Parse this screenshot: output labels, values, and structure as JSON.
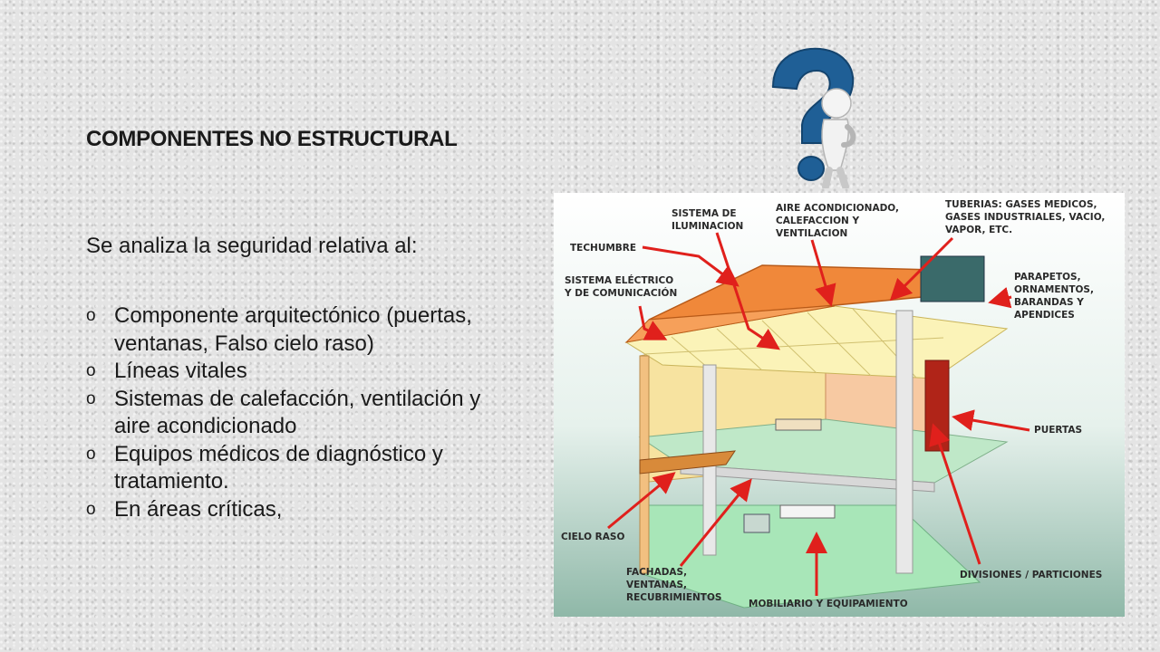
{
  "slide": {
    "title": "COMPONENTES NO ESTRUCTURAL",
    "intro": "Se analiza la seguridad relativa al:",
    "bullet_marker": "o",
    "bullets": [
      "Componente arquitectónico (puertas, ventanas, Falso cielo raso)",
      "Líneas vitales",
      "Sistemas de calefacción, ventilación y aire acondicionado",
      "Equipos médicos de diagnóstico y tratamiento.",
      "En áreas críticas,"
    ]
  },
  "figure": {
    "labels": {
      "techumbre": "TECHUMBRE",
      "iluminacion_1": "SISTEMA DE",
      "iluminacion_2": "ILUMINACION",
      "aire_1": "AIRE ACONDICIONADO,",
      "aire_2": "CALEFACCION Y",
      "aire_3": "VENTILACION",
      "tuberias_1": "TUBERIAS: GASES MEDICOS,",
      "tuberias_2": "GASES INDUSTRIALES, VACIO,",
      "tuberias_3": "VAPOR, ETC.",
      "electrico_1": "SISTEMA ELÉCTRICO",
      "electrico_2": "Y DE COMUNICACIÓN",
      "parapetos_1": "PARAPETOS,",
      "parapetos_2": "ORNAMENTOS,",
      "parapetos_3": "BARANDAS Y",
      "parapetos_4": "APENDICES",
      "puertas": "PUERTAS",
      "cielo_raso": "CIELO RASO",
      "fachadas_1": "FACHADAS,",
      "fachadas_2": "VENTANAS,",
      "fachadas_3": "RECUBRIMIENTOS",
      "mobiliario": "MOBILIARIO Y EQUIPAMIENTO",
      "divisiones": "DIVISIONES / PARTICIONES"
    }
  },
  "colors": {
    "arrow": "#e0201c",
    "roof": "#f0883a",
    "wall": "#f7c9a2",
    "floor": "#a8e6b8",
    "column": "#e8e8e8",
    "qmark": "#1f5f96"
  }
}
